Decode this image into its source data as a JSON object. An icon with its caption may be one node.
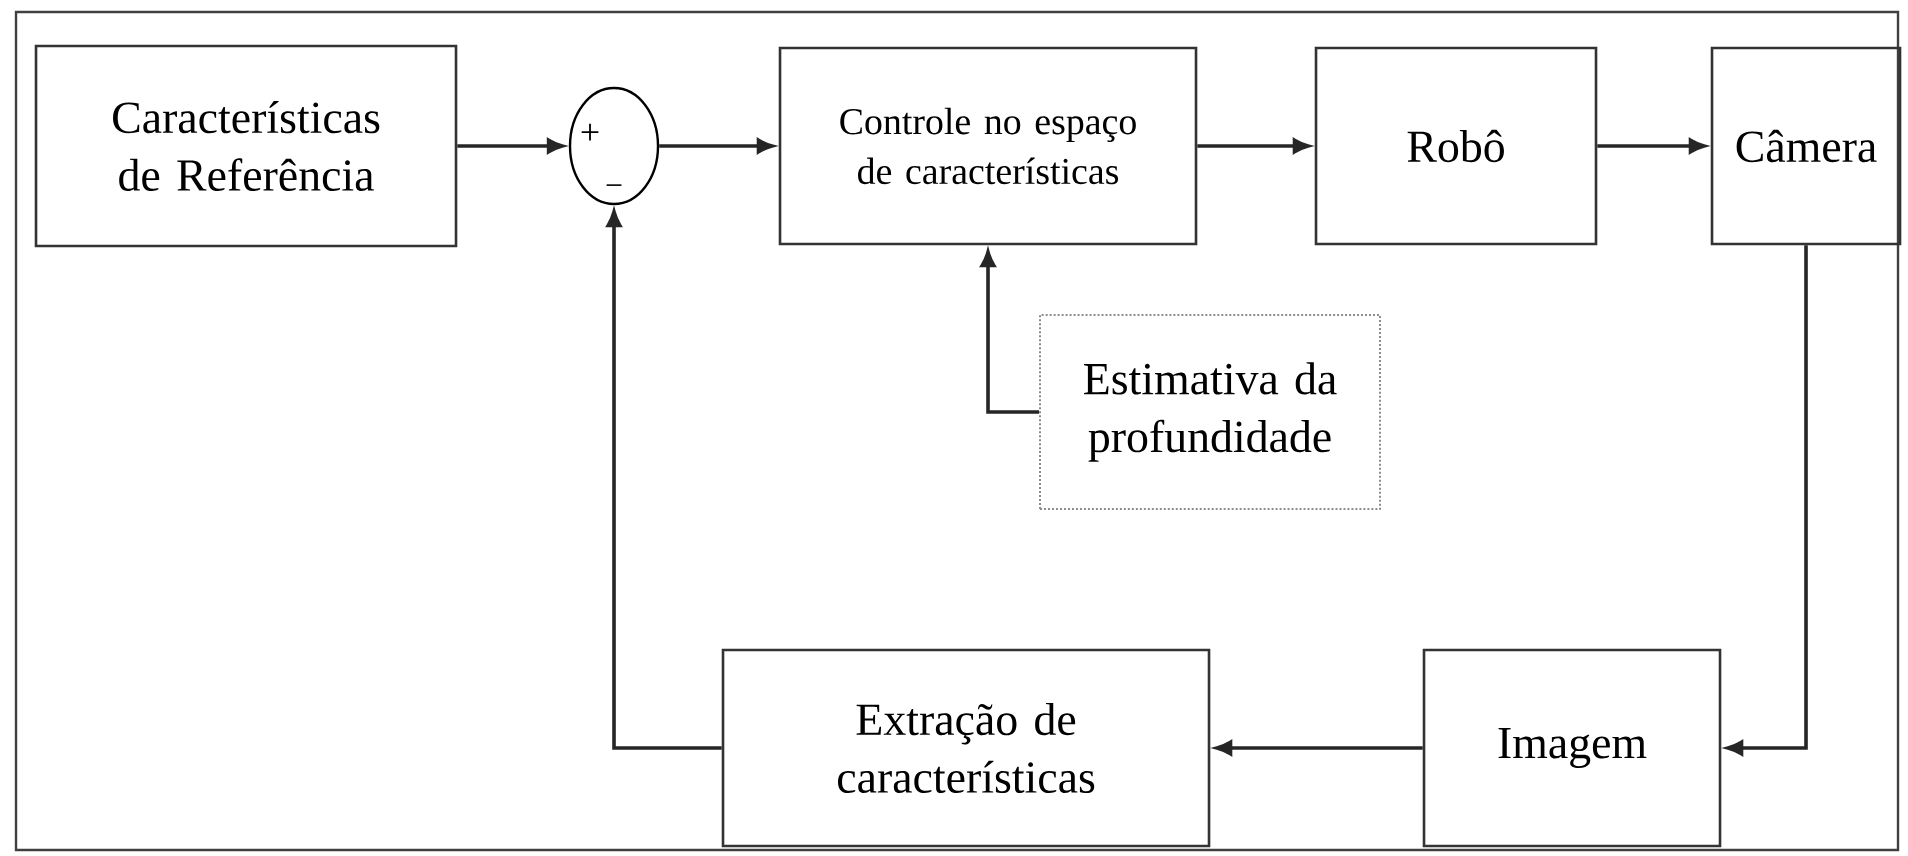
{
  "diagram": {
    "nodes": [
      {
        "text": [
          "Características de Referência"
        ]
      },
      {
        "text": [
          "+",
          "−"
        ]
      },
      {
        "text": [
          "Controle no espaço de características"
        ]
      },
      {
        "text": [
          "Robô"
        ]
      },
      {
        "text": [
          "Câmera"
        ]
      },
      {
        "text": [
          "Estimativa da profundidade"
        ]
      },
      {
        "text": [
          "Extração de características"
        ]
      },
      {
        "text": [
          "Imagem"
        ]
      }
    ],
    "edges": [
      {
        "from": 0,
        "to": 1,
        "arrow": "to"
      },
      {
        "from": 1,
        "to": 2,
        "arrow": "to"
      },
      {
        "from": 2,
        "to": 3,
        "arrow": "to"
      },
      {
        "from": 3,
        "to": 4,
        "arrow": "to"
      },
      {
        "from": 5,
        "to": 2,
        "arrow": "to"
      },
      {
        "from": 4,
        "to": 7,
        "arrow": "to"
      },
      {
        "from": 7,
        "to": 6,
        "arrow": "to"
      },
      {
        "from": 6,
        "to": 1,
        "arrow": "to"
      }
    ]
  }
}
